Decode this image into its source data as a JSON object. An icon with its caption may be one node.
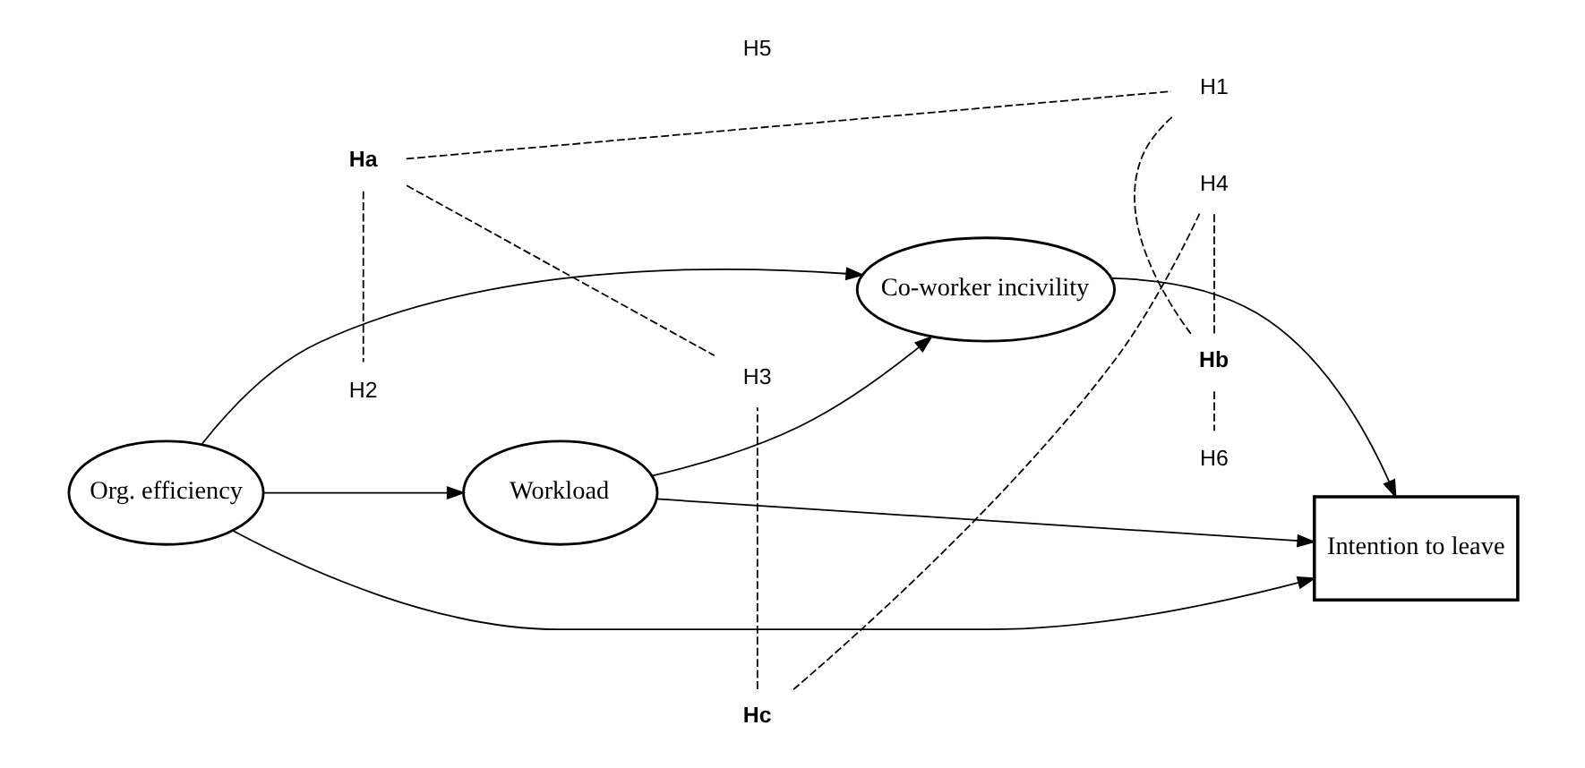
{
  "diagram": {
    "nodes": [
      {
        "text": [
          "Ha"
        ]
      },
      {
        "text": [
          "Hb"
        ]
      },
      {
        "text": [
          "H6"
        ]
      },
      {
        "text": [
          "H1"
        ]
      },
      {
        "text": [
          "Org. efficiency"
        ]
      },
      {
        "text": [
          "H2"
        ]
      },
      {
        "text": [
          "Workload"
        ]
      },
      {
        "text": [
          "H3"
        ]
      },
      {
        "text": [
          "Co-worker incivility"
        ]
      },
      {
        "text": [
          "H4"
        ]
      },
      {
        "text": [
          "Intention to leave"
        ]
      },
      {
        "text": [
          "H5"
        ]
      },
      {
        "text": [
          "Hc"
        ]
      }
    ],
    "edges": [
      {
        "from": 4,
        "to": 6,
        "arrow": "to"
      },
      {
        "from": 6,
        "to": 8,
        "arrow": "to"
      },
      {
        "from": 8,
        "to": 10,
        "arrow": "to"
      },
      {
        "from": 4,
        "to": 8,
        "arrow": "to"
      },
      {
        "from": 4,
        "to": 10,
        "arrow": "to"
      },
      {
        "from": 6,
        "to": 10,
        "arrow": "to"
      },
      {
        "from": 0,
        "to": 5,
        "arrow": "none",
        "style": "dashed"
      },
      {
        "from": 0,
        "to": 3,
        "arrow": "none",
        "style": "dashed"
      },
      {
        "from": 0,
        "to": 7,
        "arrow": "none",
        "style": "dashed"
      },
      {
        "from": 1,
        "to": 3,
        "arrow": "none",
        "style": "dashed"
      },
      {
        "from": 1,
        "to": 2,
        "arrow": "none",
        "style": "dashed"
      },
      {
        "from": 1,
        "to": 9,
        "arrow": "none",
        "style": "dashed"
      },
      {
        "from": 12,
        "to": 7,
        "arrow": "none",
        "style": "dashed"
      },
      {
        "from": 12,
        "to": 9,
        "arrow": "none",
        "style": "dashed"
      }
    ]
  }
}
